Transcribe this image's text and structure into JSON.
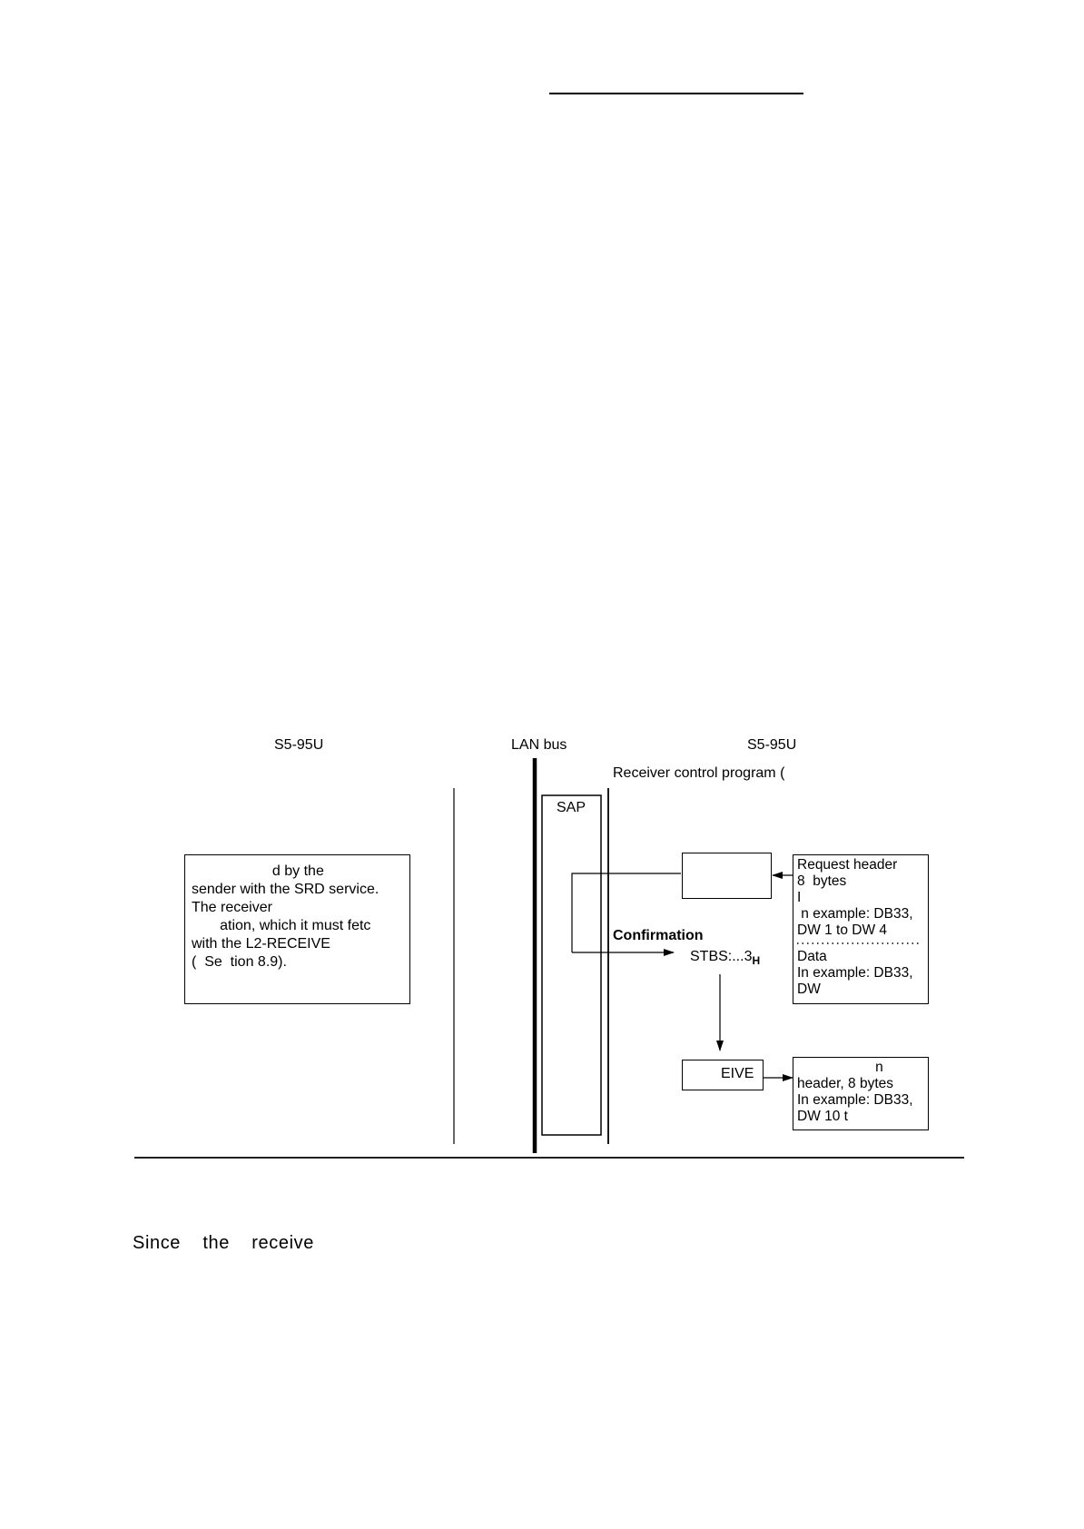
{
  "diagram": {
    "left_station": "S5-95U",
    "bus_label": "LAN bus",
    "right_station": "S5-95U",
    "receiver_program": "Receiver control program (",
    "sap_label": "SAP",
    "confirmation_label": "Confirmation",
    "stbs_value": "STBS:...3",
    "stbs_subscript": "H",
    "eive_label": "EIVE",
    "note_lines": [
      "                    d by the",
      "sender with the SRD service.",
      "The receiver",
      "       ation, which it must fetc",
      "with the L2-RECEIVE",
      "(  Se  tion 8.9)."
    ],
    "request_box": {
      "lines": [
        "Request header",
        "8  bytes",
        "I",
        " n example: DB33,",
        "DW 1 to DW 4"
      ],
      "data_lines": [
        "Data",
        "In example: DB33,",
        "DW"
      ]
    },
    "response_box": {
      "lines": [
        "                    n",
        "header, 8 bytes",
        "In example: DB33,",
        "DW 10 t"
      ]
    }
  },
  "body_text": "Since  the  receive"
}
